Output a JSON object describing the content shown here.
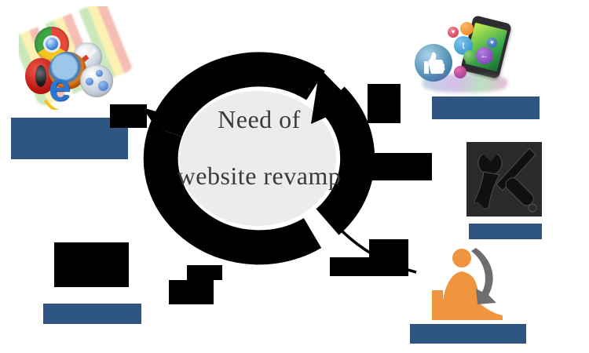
{
  "emblem": {
    "title_line1": "Need of",
    "title_line2": "website revamp"
  },
  "colors": {
    "accent_blue": "#2F5583",
    "emblem_black": "#000000",
    "circle_fill": "#ECECEC",
    "title_text": "#3B3B3B",
    "person_orange": "#F0953F",
    "person_arrow_gray": "#6E6E6E",
    "tools_bg": "#2A2A2A"
  },
  "panels": {
    "browsers": {
      "label": "",
      "icons": [
        "chrome",
        "safari",
        "opera",
        "firefox",
        "share-sphere",
        "internet-explorer"
      ]
    },
    "social": {
      "label": "",
      "elements": [
        "smartphone",
        "thumbs-up-ball",
        "heart-ball",
        "rss-ball",
        "twitter-ball",
        "arrow-ball",
        "star-ball",
        "magenta-ball"
      ]
    },
    "tools": {
      "label": ""
    },
    "person": {
      "label": ""
    },
    "bottom_left": {
      "label": ""
    }
  },
  "social_glyphs": {
    "heart": "♥",
    "arrow": "←",
    "star": "★"
  }
}
